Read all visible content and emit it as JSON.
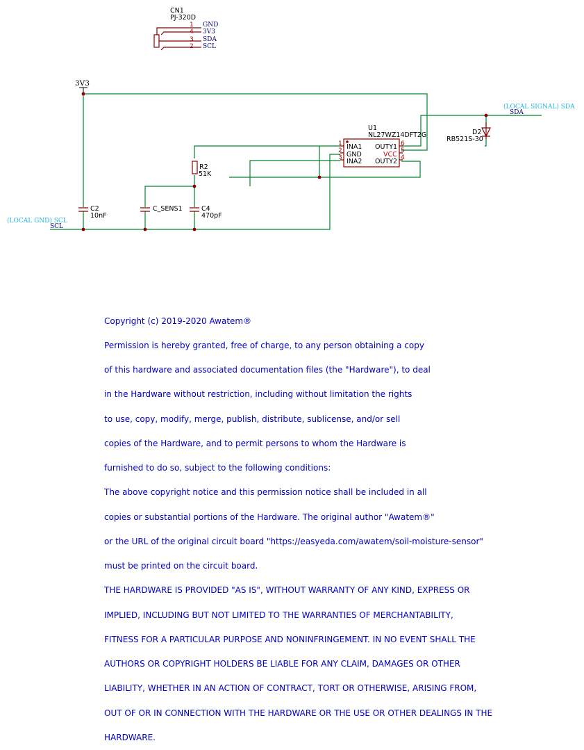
{
  "connector": {
    "ref": "CN1",
    "value": "PJ-320D",
    "pins": [
      {
        "num": "1",
        "net": "GND"
      },
      {
        "num": "4",
        "net": "3V3"
      },
      {
        "num": "3",
        "net": "SDA"
      },
      {
        "num": "2",
        "net": "SCL"
      }
    ]
  },
  "power": {
    "label": "3V3"
  },
  "ic": {
    "ref": "U1",
    "value": "NL27WZ14DFT2G",
    "left_pins": [
      {
        "num": "1",
        "name": "INA1"
      },
      {
        "num": "2",
        "name": "GND"
      },
      {
        "num": "3",
        "name": "INA2"
      }
    ],
    "right_pins": [
      {
        "num": "6",
        "name": "OUTY1"
      },
      {
        "num": "5",
        "name": "VCC"
      },
      {
        "num": "4",
        "name": "OUTY2"
      }
    ]
  },
  "diode": {
    "ref": "D2",
    "value": "RB521S-30"
  },
  "resistor": {
    "ref": "R2",
    "value": "51K"
  },
  "capacitors": [
    {
      "ref": "C2",
      "value": "10nF"
    },
    {
      "ref": "C_SENS1",
      "value": ""
    },
    {
      "ref": "C4",
      "value": "470pF"
    }
  ],
  "nets": {
    "sda_local": "(LOCAL SIGNAL) SDA",
    "sda": "SDA",
    "scl_local": "(LOCAL GND) SCL",
    "scl": "SCL"
  },
  "license": [
    "Copyright (c) 2019-2020 Awatem®",
    "Permission is hereby granted, free of charge, to any person obtaining a copy",
    "of this hardware and associated documentation files (the \"Hardware\"), to deal",
    "in the Hardware without restriction, including without limitation the rights",
    "to use, copy, modify, merge, publish, distribute, sublicense, and/or sell",
    "copies of the Hardware, and to permit persons to whom the Hardware is",
    "furnished to do so, subject to the following conditions:",
    "The above copyright notice and this permission notice shall be included in all",
    "copies or substantial portions of the Hardware. The original author \"Awatem®\"",
    "or the URL of the original circuit board \"https://easyeda.com/awatem/soil-moisture-sensor\"",
    "must be printed on the circuit board.",
    "THE HARDWARE IS PROVIDED \"AS IS\", WITHOUT WARRANTY OF ANY KIND, EXPRESS OR",
    "IMPLIED, INCLUDING BUT NOT LIMITED TO THE WARRANTIES OF MERCHANTABILITY,",
    "FITNESS FOR A PARTICULAR PURPOSE AND NONINFRINGEMENT. IN NO EVENT SHALL THE",
    "AUTHORS OR COPYRIGHT HOLDERS BE LIABLE FOR ANY CLAIM, DAMAGES OR OTHER",
    "LIABILITY, WHETHER IN AN ACTION OF CONTRACT, TORT OR OTHERWISE, ARISING FROM,",
    "OUT OF OR IN CONNECTION WITH THE HARDWARE OR THE USE OR OTHER DEALINGS IN THE",
    "HARDWARE."
  ]
}
